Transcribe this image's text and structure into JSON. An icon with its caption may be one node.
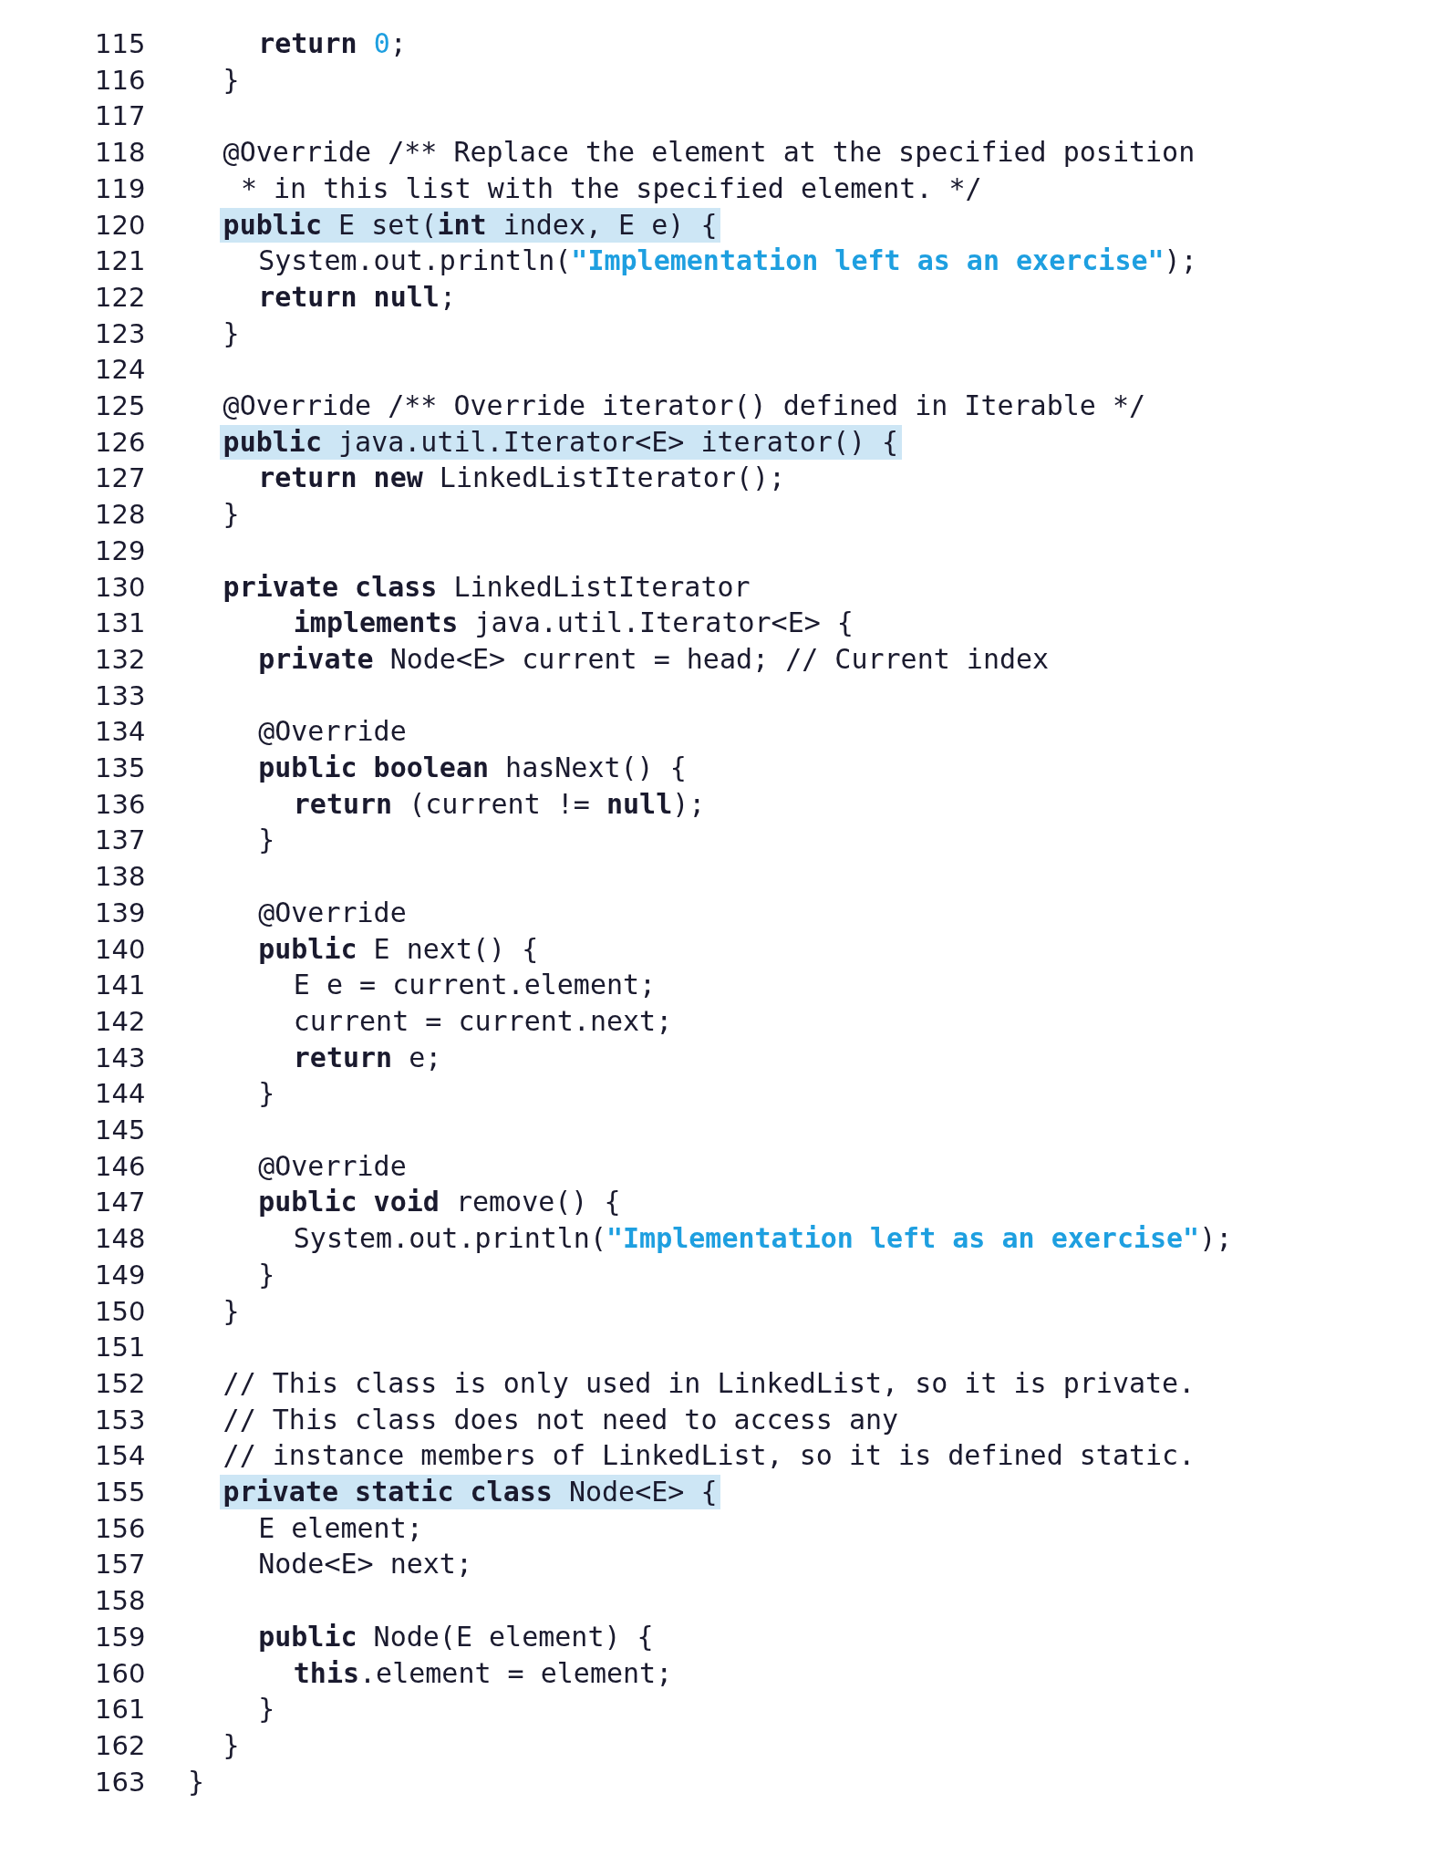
{
  "diagram": {
    "nodes": [
      {
        "text": [
          "**public** E set(**int** index, E e) {"
        ]
      },
      {
        "text": [
          "**public** java.util.Iterator<E> iterator() {"
        ]
      },
      {
        "text": [
          "**private static class** Node<E> {"
        ]
      }
    ],
    "labels": [
      "115",
      "**return** 0;",
      "116",
      "}",
      "117",
      "118",
      "@Override /** Replace the element at the specified position",
      "119",
      "* in this list with the specified element. */",
      "120",
      "121",
      "System.out.println(\"Implementation left as an exercise\");",
      "122",
      "**return null**;",
      "123",
      "}",
      "124",
      "125",
      "@Override /** Override iterator() defined in Iterable */",
      "126",
      "127",
      "**return new** LinkedListIterator();",
      "128",
      "}",
      "129",
      "130",
      "**private class** LinkedListIterator",
      "131",
      "**implements** java.util.Iterator<E> {",
      "132",
      "**private** Node<E> current = head; // Current index",
      "133",
      "134",
      "@Override",
      "135",
      "**public boolean** hasNext() {",
      "136",
      "**return** (current != **null**);",
      "137",
      "}",
      "138",
      "139",
      "@Override",
      "140",
      "**public** E next() {",
      "141",
      "E e = current.element;",
      "142",
      "current = current.next;",
      "143",
      "**return** e;",
      "144",
      "}",
      "145",
      "146",
      "@Override",
      "147",
      "**public void** remove() {",
      "148",
      "System.out.println(\"Implementation left as an exercise\");",
      "149",
      "}",
      "150",
      "}",
      "151",
      "152",
      "// This class is only used in LinkedList, so it is private.",
      "153",
      "// This class does not need to access any",
      "154",
      "// instance members of LinkedList, so it is defined static.",
      "155",
      "156",
      "E element;",
      "157",
      "Node<E> next;",
      "158",
      "159",
      "**public** Node(E element) {",
      "160",
      "**this**.element = element;",
      "161",
      "}",
      "162",
      "}",
      "163",
      "}"
    ]
  }
}
